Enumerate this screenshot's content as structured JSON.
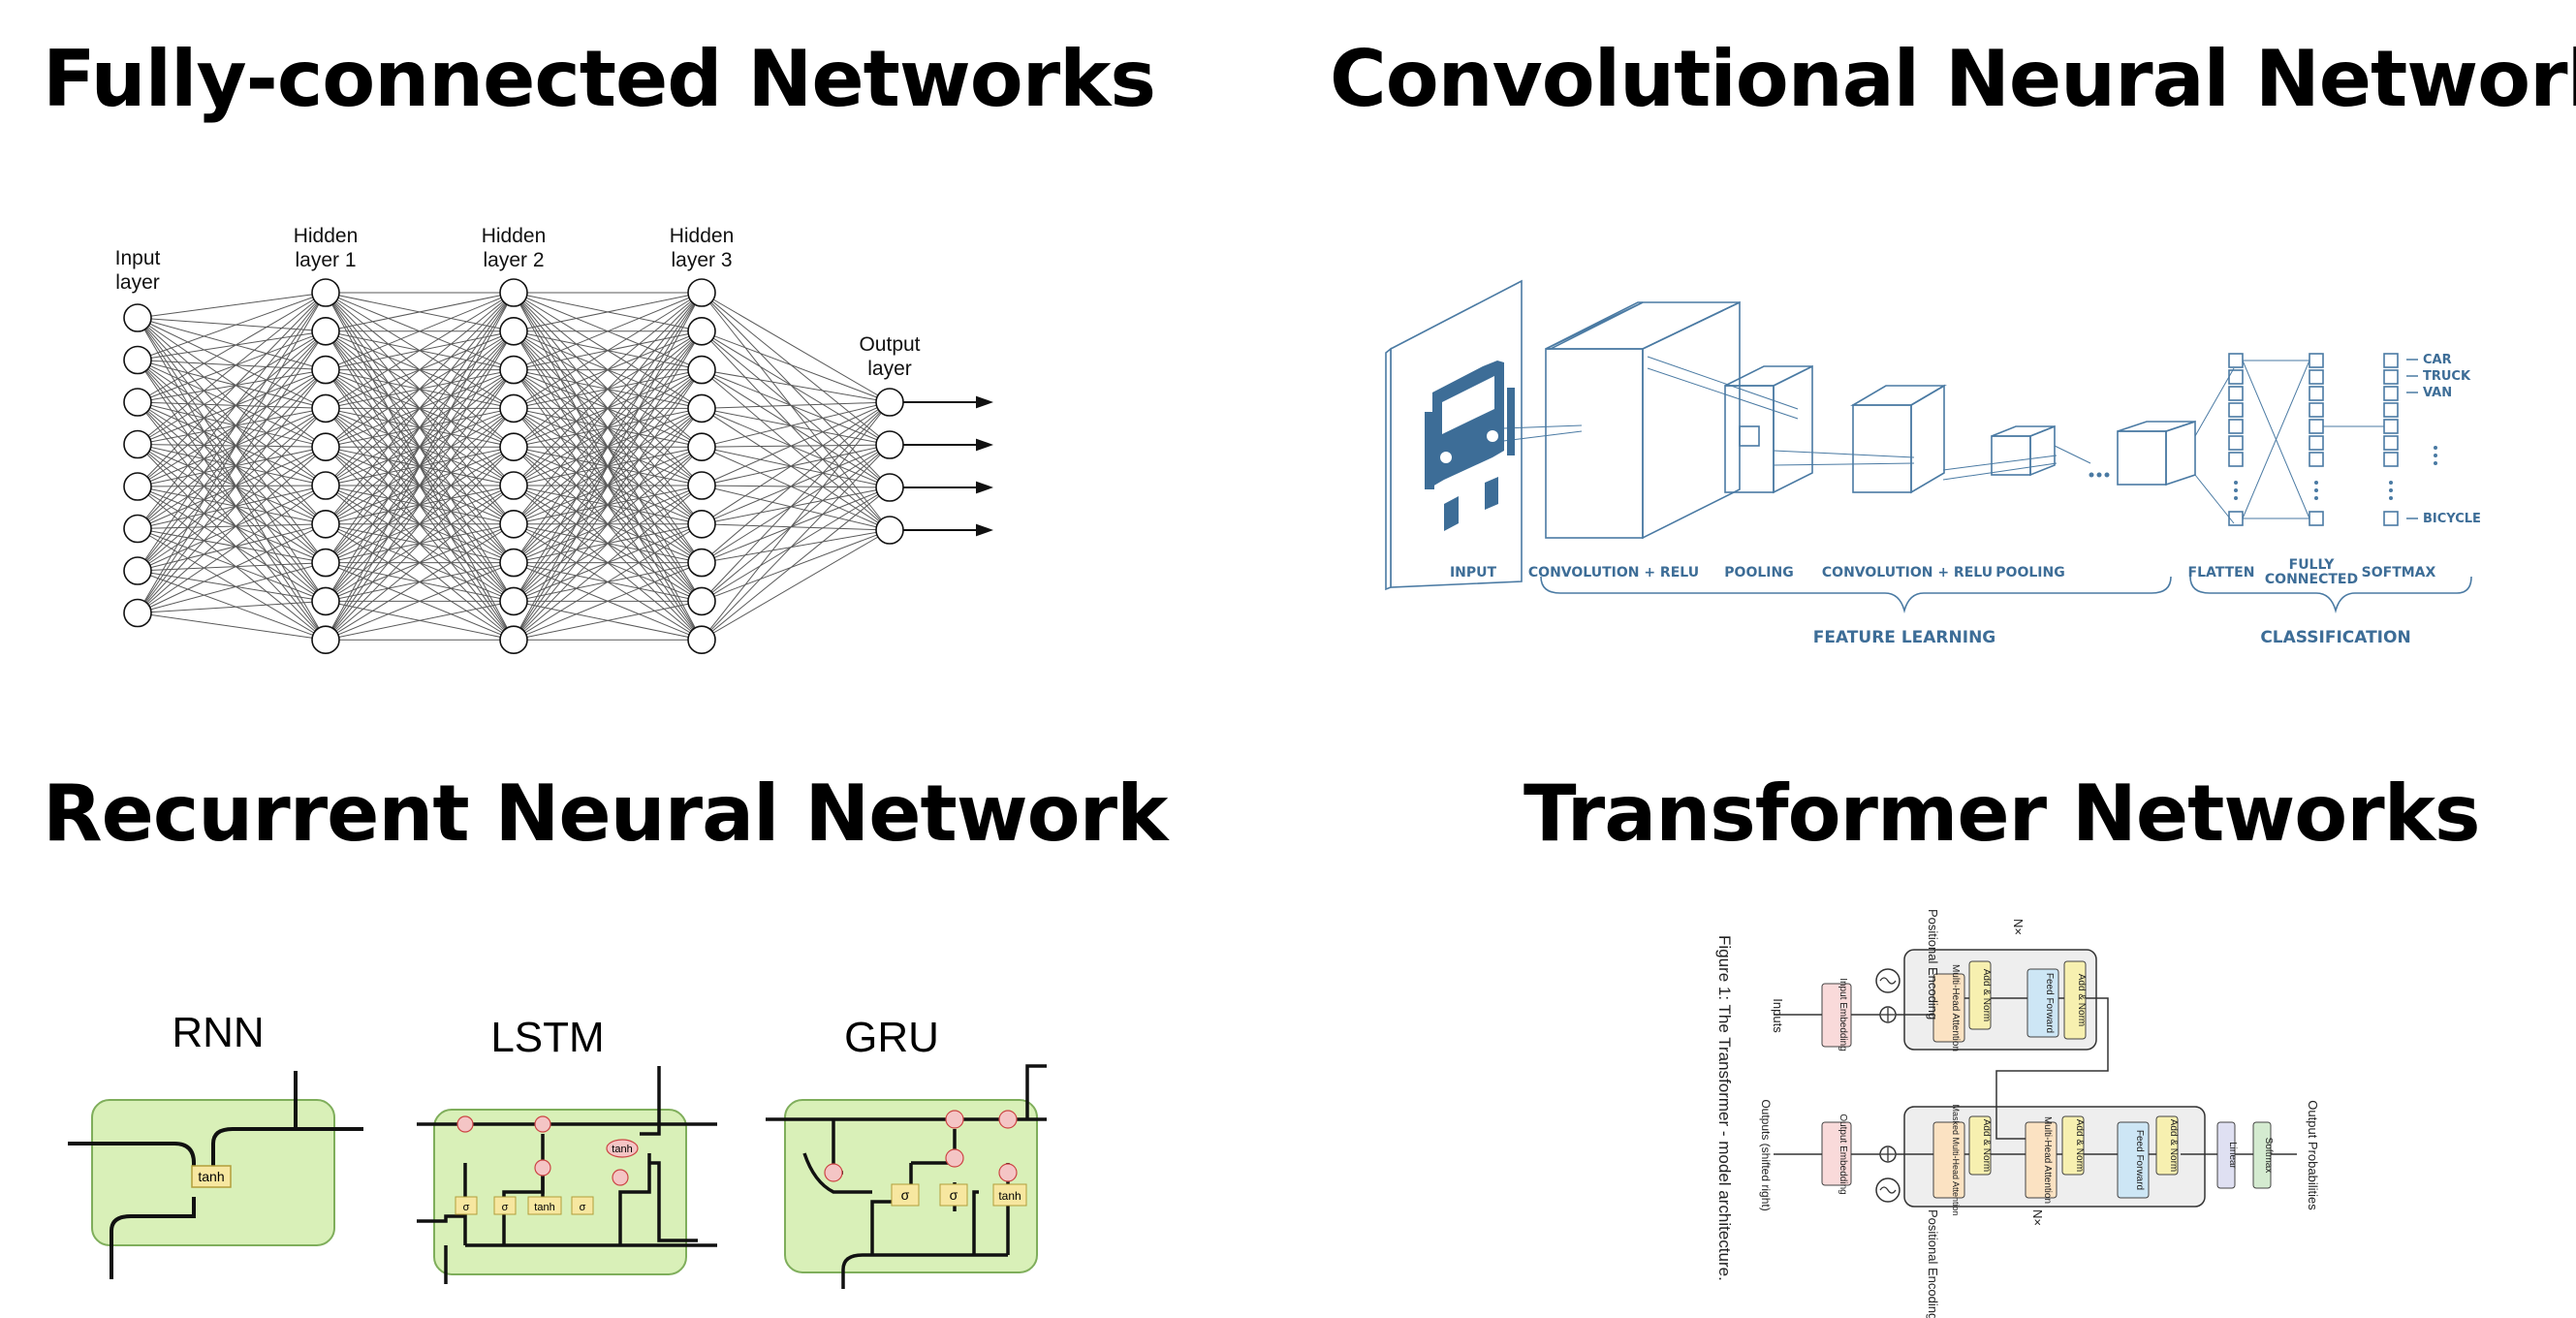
{
  "titles": {
    "fc": "Fully-connected Networks",
    "cnn": "Convolutional Neural Network",
    "rnn": "Recurrent Neural Network",
    "transformer": "Transformer Networks"
  },
  "fc": {
    "input_1": "Input",
    "input_2": "layer",
    "hidden1_1": "Hidden",
    "hidden1_2": "layer 1",
    "hidden2_1": "Hidden",
    "hidden2_2": "layer 2",
    "hidden3_1": "Hidden",
    "hidden3_2": "layer 3",
    "output_1": "Output",
    "output_2": "layer"
  },
  "cnn": {
    "input": "INPUT",
    "conv1": "CONVOLUTION + RELU",
    "pool1": "POOLING",
    "conv2": "CONVOLUTION + RELU",
    "pool2": "POOLING",
    "flatten": "FLATTEN",
    "fc_1": "FULLY",
    "fc_2": "CONNECTED",
    "softmax": "SOFTMAX",
    "feature_learning": "FEATURE LEARNING",
    "classification": "CLASSIFICATION",
    "classes": [
      "CAR",
      "TRUCK",
      "VAN",
      "BICYCLE"
    ],
    "color": "#3d6d97"
  },
  "rnn": {
    "rnn_title": "RNN",
    "lstm_title": "LSTM",
    "gru_title": "GRU",
    "cell_color": "#d9f0b8",
    "tanh": "tanh",
    "sigma": "σ"
  },
  "transformer": {
    "caption": "Figure 1: The Transformer - model architecture.",
    "pos_enc": "Positional Encoding",
    "nx": "N×",
    "inputs": "Inputs",
    "input_embedding": "Input Embedding",
    "outputs": "Outputs (shifted right)",
    "output_embedding": "Output Embedding",
    "mha": "Multi-Head Attention",
    "masked_mha": "Masked Multi-Head Attention",
    "add_norm": "Add & Norm",
    "feed_forward": "Feed Forward",
    "linear": "Linear",
    "softmax": "Softmax",
    "output_probs": "Output Probabilities"
  }
}
